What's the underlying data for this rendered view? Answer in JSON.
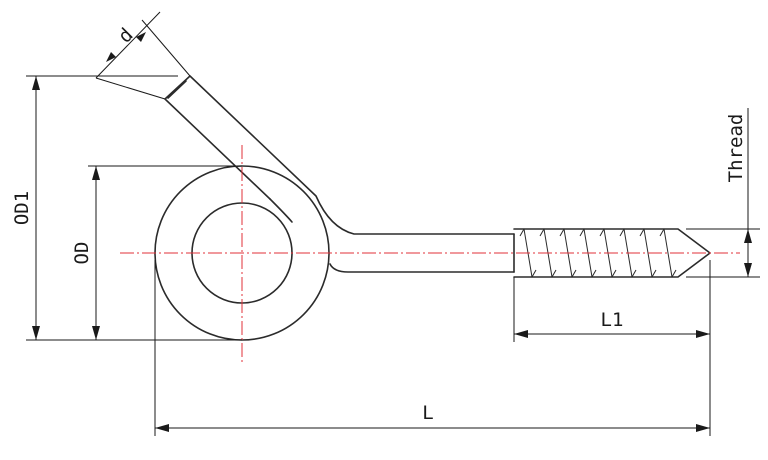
{
  "labels": {
    "d": "d",
    "od1": "OD1",
    "od": "OD",
    "thread": "Thread",
    "l1": "L1",
    "l": "L"
  },
  "colors": {
    "outline": "#2b2b2b",
    "centerline": "#e0303a",
    "dimension": "#1a1a1a"
  }
}
